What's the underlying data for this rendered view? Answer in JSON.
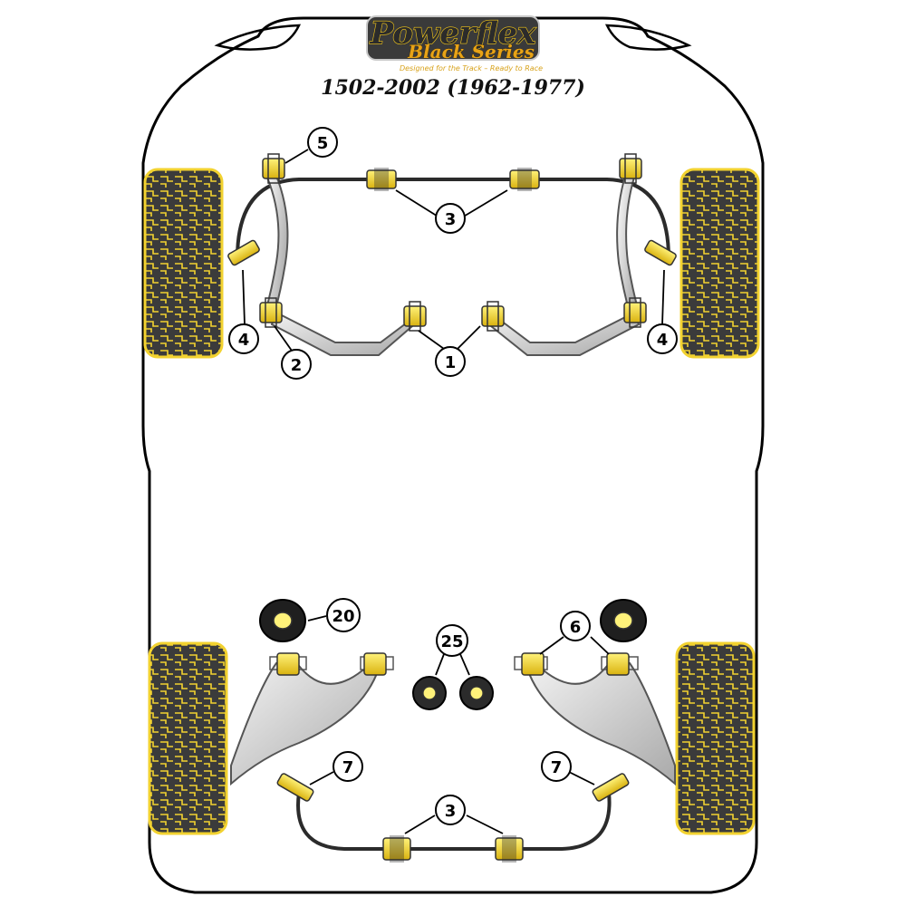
{
  "logo": {
    "brand": "Powerflex",
    "series": "Black Series",
    "tagline": "Designed for the Track – Ready to Race"
  },
  "title": "1502-2002 (1962-1977)",
  "callouts": {
    "c1": "1",
    "c2": "2",
    "c3_front": "3",
    "c4_left": "4",
    "c4_right": "4",
    "c5": "5",
    "c6": "6",
    "c7_left": "7",
    "c7_right": "7",
    "c3_rear": "3",
    "c20": "20",
    "c25": "25"
  },
  "colors": {
    "outline": "#000000",
    "tyre_fill": "#3b3b3b",
    "tyre_tread": "#f2d230",
    "bushing": "#f2d230",
    "bushing_dark": "#2b2b2b",
    "metal": "#cfcfcf"
  }
}
